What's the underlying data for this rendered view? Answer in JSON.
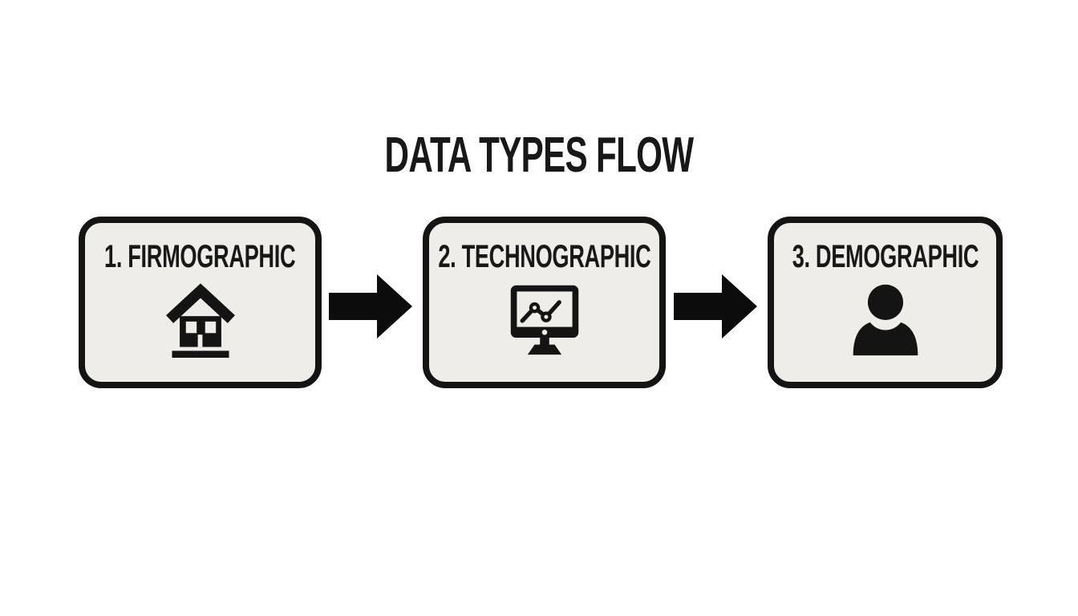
{
  "title": "DATA TYPES FLOW",
  "colors": {
    "background": "#ffffff",
    "box_fill": "#eeedea",
    "box_border": "#141414",
    "arrow": "#0c0c0c",
    "text": "#181818"
  },
  "flow": {
    "boxes": [
      {
        "label": "1. FIRMOGRAPHIC",
        "icon": "house-icon"
      },
      {
        "label": "2. TECHNOGRAPHIC",
        "icon": "monitor-chart-icon"
      },
      {
        "label": "3. DEMOGRAPHIC",
        "icon": "person-icon"
      }
    ],
    "arrows": [
      {
        "name": "arrow-right-1"
      },
      {
        "name": "arrow-right-2"
      }
    ]
  }
}
